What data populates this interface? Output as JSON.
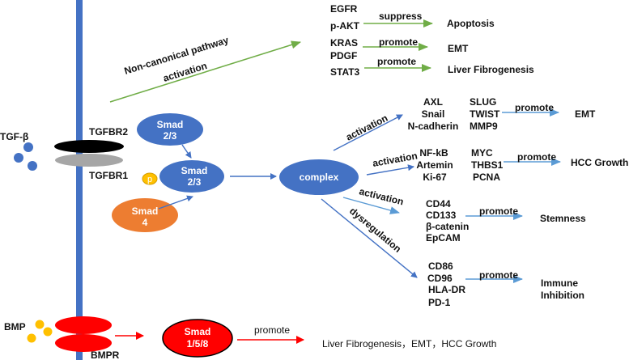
{
  "colors": {
    "membrane": "#4472c4",
    "canonical_arrow": "#4472c4",
    "light_arrow": "#5b9bd5",
    "noncanonical_arrow": "#70ad47",
    "bmp_arrow": "#ff0000",
    "tgfbr2": "#000000",
    "tgfbr1": "#a6a6a6",
    "smad23": "#4472c4",
    "smad4": "#ed7d31",
    "phospho": "#ffc000",
    "tgf_ligand": "#4472c4",
    "bmp_ligand": "#ffc000",
    "bmpr": "#ff0000",
    "smad158": "#ff0000"
  },
  "ligands": {
    "tgf_beta": "TGF-β",
    "bmp": "BMP"
  },
  "receptors": {
    "tgfbr2": "TGFBR2",
    "tgfbr1": "TGFBR1",
    "bmpr": "BMPR"
  },
  "nodes": {
    "smad23_free": {
      "line1": "Smad",
      "line2": "2/3"
    },
    "smad23_phos": {
      "line1": "Smad",
      "line2": "2/3"
    },
    "phospho": "p",
    "smad4": {
      "line1": "Smad",
      "line2": "4"
    },
    "complex": "complex",
    "smad158": {
      "line1": "Smad",
      "line2": "1/5/8"
    }
  },
  "noncanonical": {
    "label_line1": "Non-canonical pathway",
    "label_line2": "activation",
    "rows": [
      {
        "genes": [
          "EGFR",
          "p-AKT"
        ],
        "verb": "suppress",
        "outcome": "Apoptosis"
      },
      {
        "genes": [
          "KRAS",
          "PDGF"
        ],
        "verb": "promote",
        "outcome": "EMT"
      },
      {
        "genes": [
          "STAT3"
        ],
        "verb": "promote",
        "outcome": "Liver Fibrogenesis"
      }
    ]
  },
  "branches": [
    {
      "edge": "activation",
      "genes_left": [
        "AXL",
        "Snail",
        "N-cadherin"
      ],
      "genes_right": [
        "SLUG",
        "TWIST",
        "MMP9"
      ],
      "verb": "promote",
      "outcome": [
        "EMT"
      ]
    },
    {
      "edge": "activation",
      "genes_left": [
        "NF-kB",
        "Artemin",
        "Ki-67"
      ],
      "genes_right": [
        "MYC",
        "THBS1",
        "PCNA"
      ],
      "verb": "promote",
      "outcome": [
        "HCC Growth"
      ]
    },
    {
      "edge": "activation",
      "genes_left": [
        "CD44",
        "CD133",
        "β-catenin",
        "EpCAM"
      ],
      "genes_right": [],
      "verb": "promote",
      "outcome": [
        "Stemness"
      ]
    },
    {
      "edge": "dysregulation",
      "genes_left": [
        "CD86",
        "CD96",
        "HLA-DR",
        "PD-1"
      ],
      "genes_right": [],
      "verb": "promote",
      "outcome": [
        "Immune",
        "Inhibition"
      ]
    }
  ],
  "bmp_pathway": {
    "verb": "promote",
    "outcome": "Liver Fibrogenesis，EMT，HCC Growth"
  }
}
